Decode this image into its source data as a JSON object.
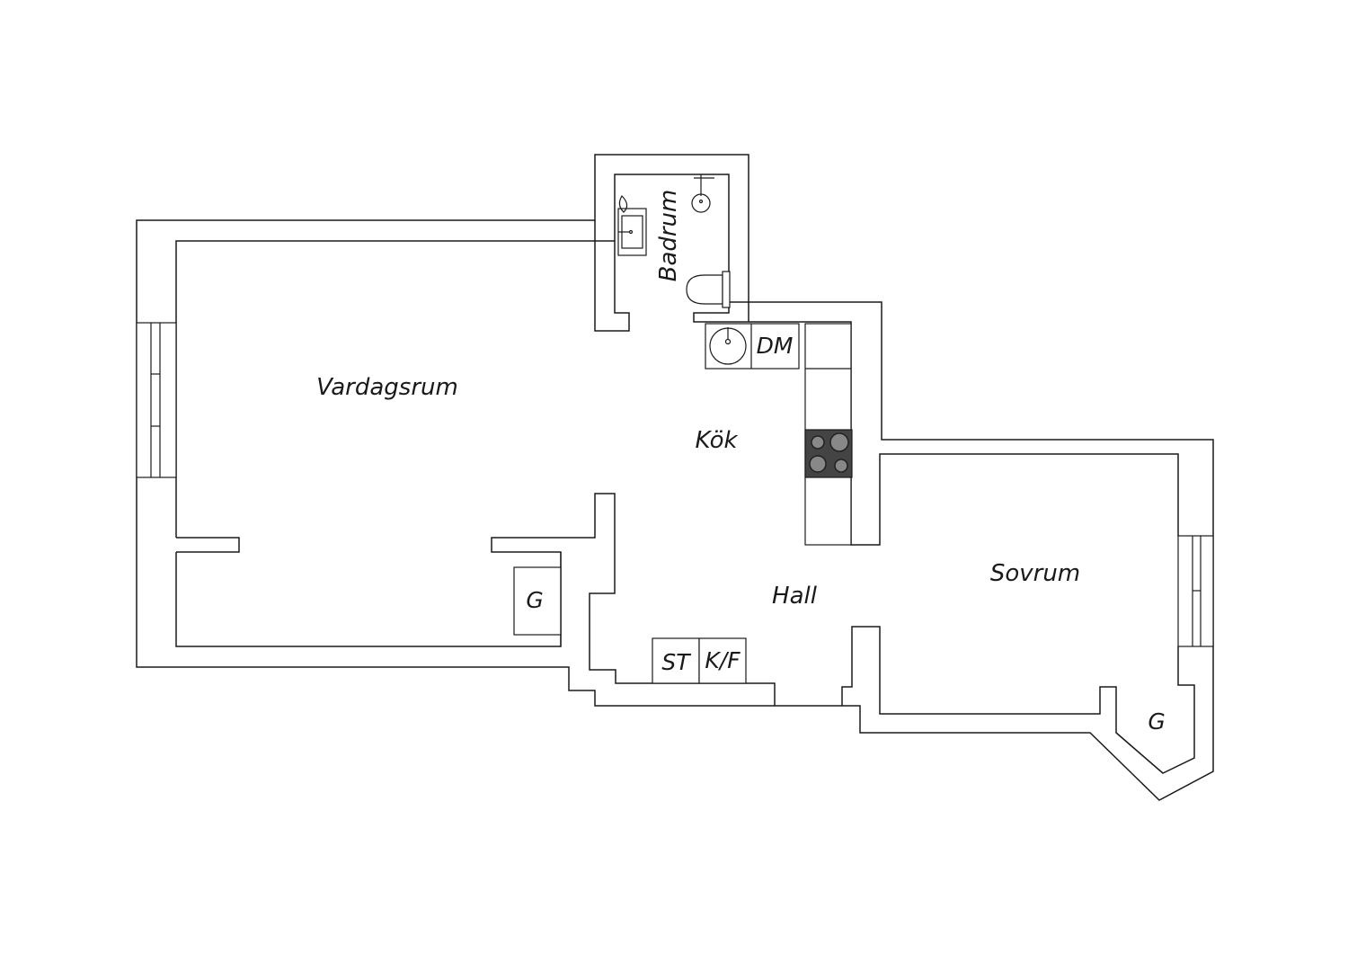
{
  "rooms": {
    "vardagsrum": "Vardagsrum",
    "badrum": "Badrum",
    "kok": "Kök",
    "hall": "Hall",
    "sovrum": "Sovrum"
  },
  "fixtures": {
    "dishwasher": "DM",
    "wardrobe_living": "G",
    "wardrobe_bedroom": "G",
    "cleaning_closet": "ST",
    "fridge_freezer": "K/F"
  },
  "colors": {
    "line": "#1a1a1a",
    "hob": "#444444",
    "hob_ring": "#888888",
    "background": "#ffffff"
  }
}
